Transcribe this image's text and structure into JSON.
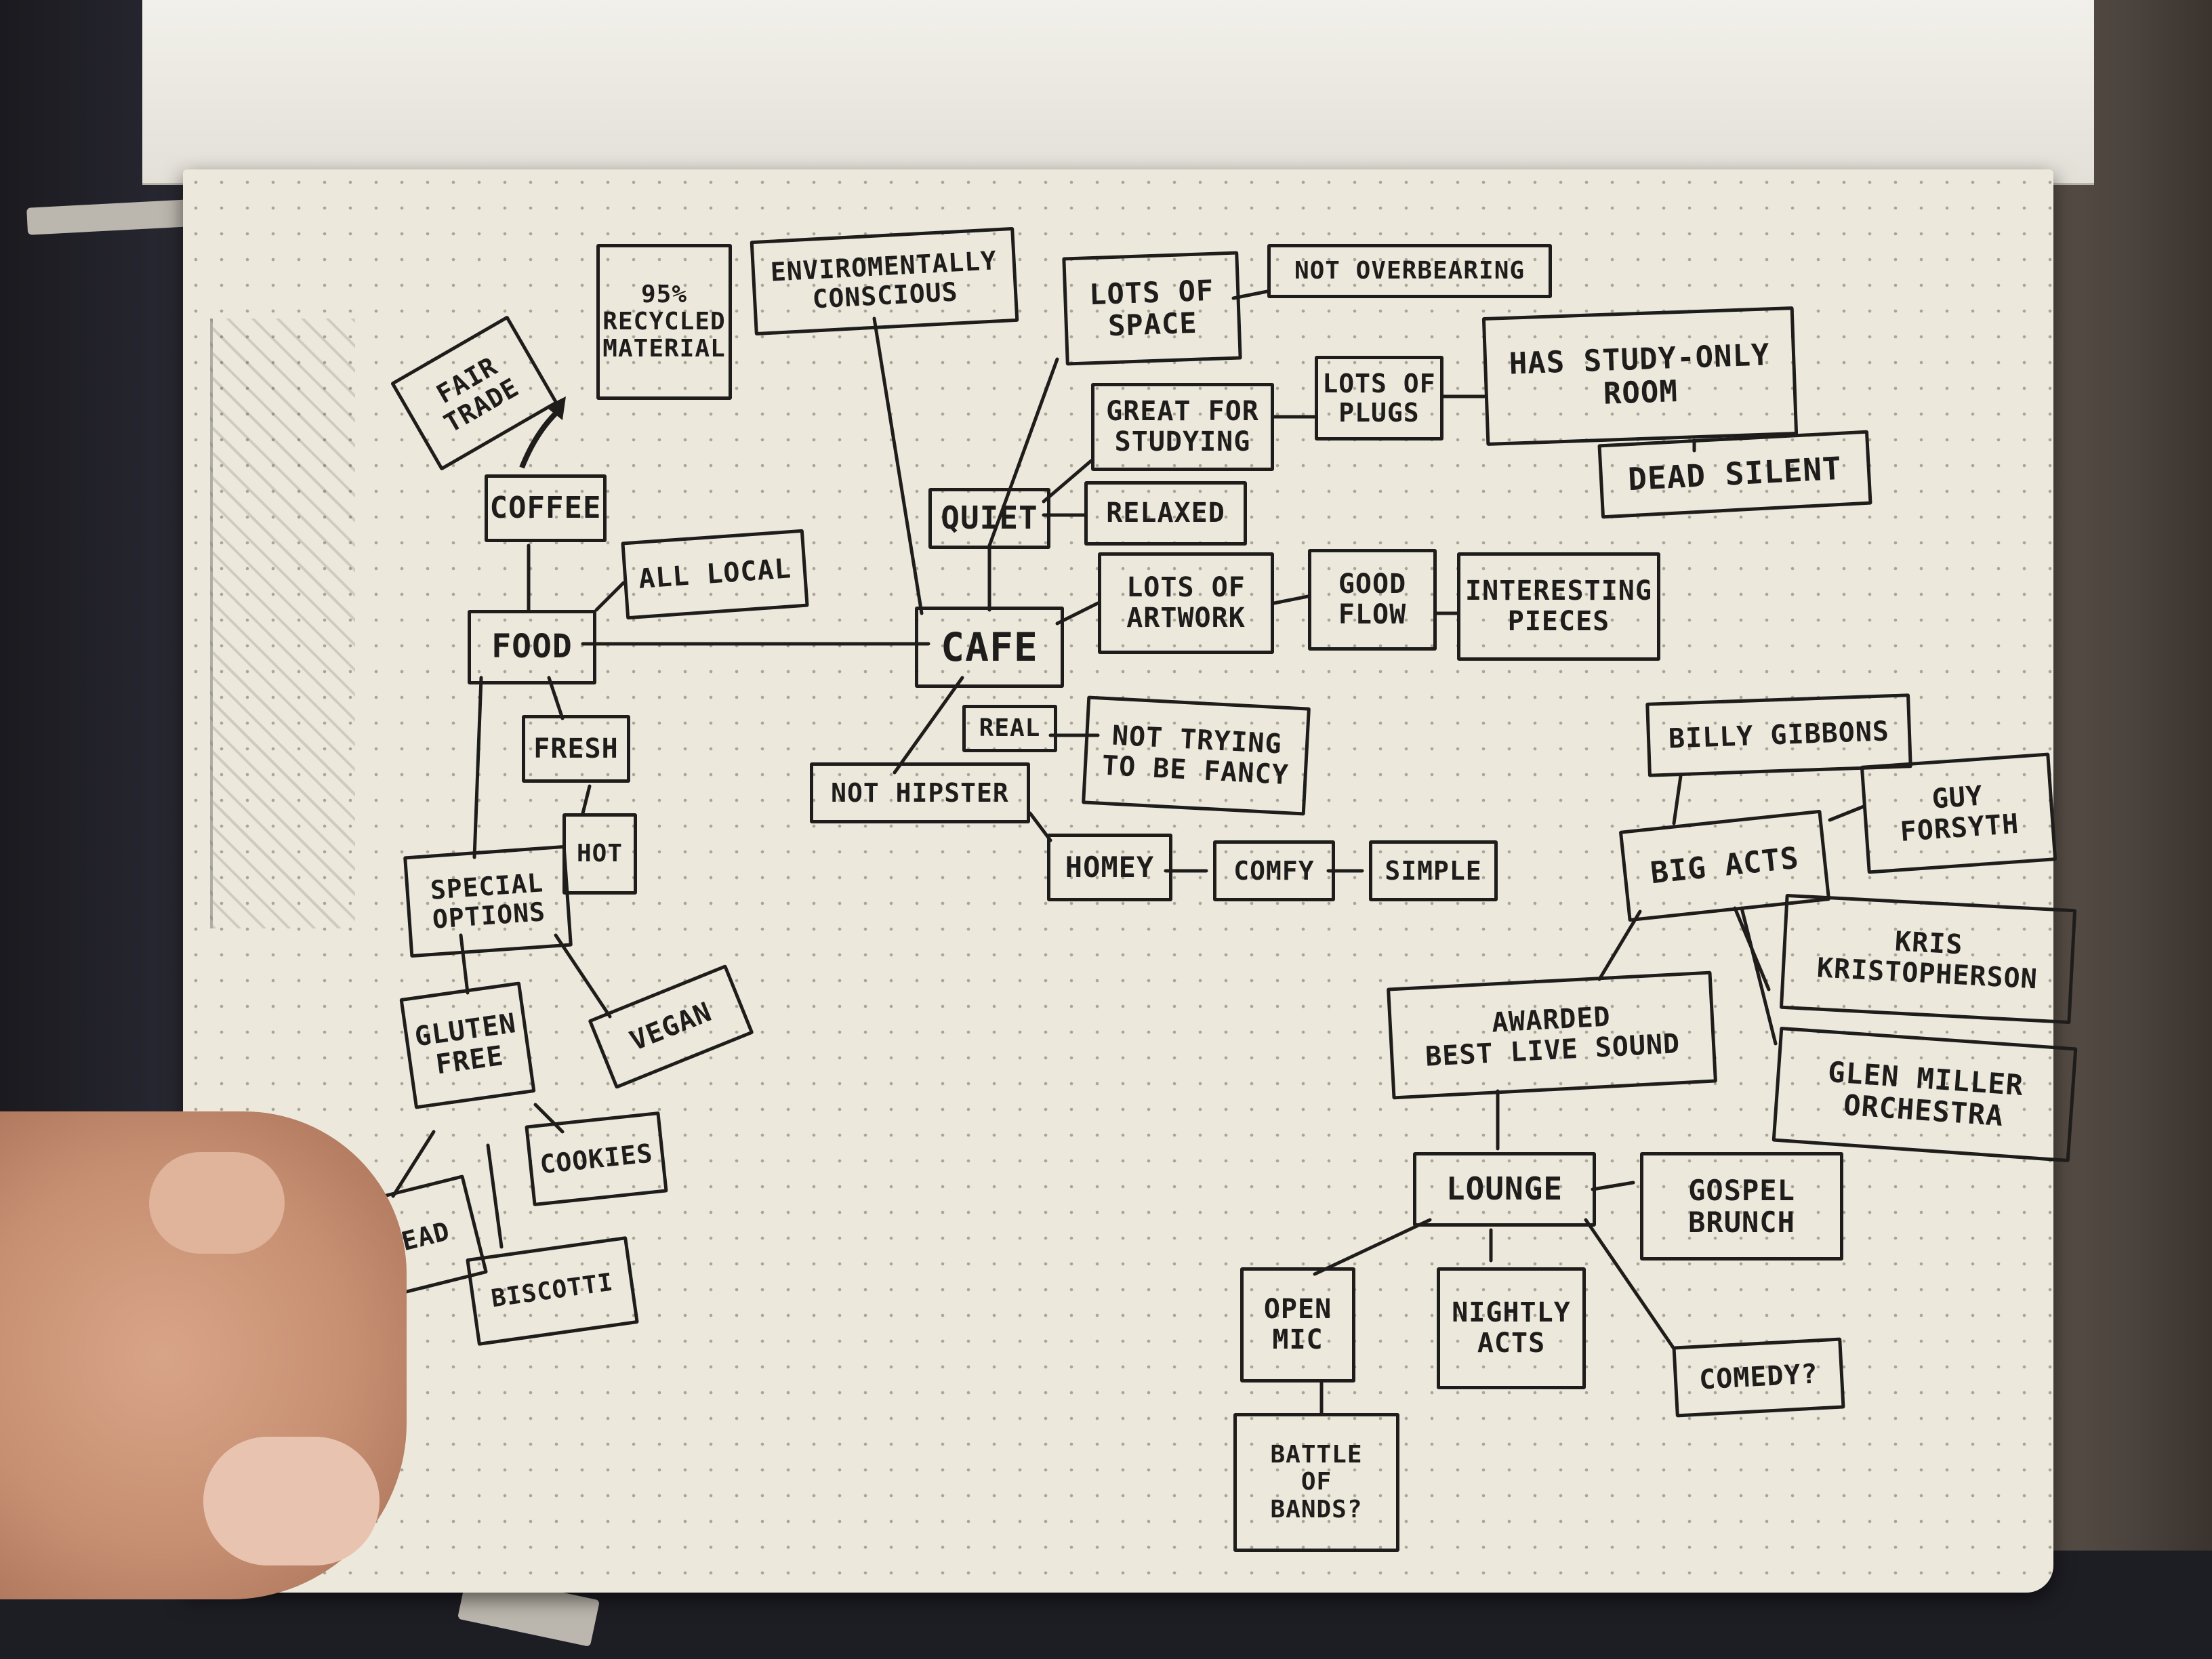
{
  "mindmap": {
    "center": "CAFE",
    "nodes": {
      "n95": "95%\nRECYCLED\nMATERIAL",
      "envir": "ENVIROMENTALLY\nCONSCIOUS",
      "lots_space": "LOTS OF\nSPACE",
      "not_overbearing": "NOT OVERBEARING",
      "fair_trade": "FAIR\nTRADE",
      "great_studying": "GREAT FOR\nSTUDYING",
      "lots_plugs": "LOTS OF\nPLUGS",
      "study_room": "HAS STUDY-ONLY\nROOM",
      "dead_silent": "DEAD SILENT",
      "coffee": "COFFEE",
      "quiet": "QUIET",
      "relaxed": "RELAXED",
      "all_local": "ALL LOCAL",
      "food": "FOOD",
      "cafe": "CAFE",
      "lots_artwork": "LOTS OF\nARTWORK",
      "good_flow": "GOOD\nFLOW",
      "interesting": "INTERESTING\nPIECES",
      "real": "REAL",
      "not_trying": "NOT TRYING\nTO BE FANCY",
      "fresh": "FRESH",
      "not_hipster": "NOT HIPSTER",
      "billy": "BILLY GIBBONS",
      "guy": "GUY\nFORSYTH",
      "hot": "HOT",
      "special": "SPECIAL\nOPTIONS",
      "homey": "HOMEY",
      "comfy": "COMFY",
      "simple": "SIMPLE",
      "big_acts": "BIG ACTS",
      "kris": "KRIS\nKRISTOPHERSON",
      "awarded": "AWARDED\nBEST LIVE SOUND",
      "gluten": "GLUTEN\nFREE",
      "vegan": "VEGAN",
      "glen": "GLEN MILLER\nORCHESTRA",
      "cookies": "COOKIES",
      "lounge": "LOUNGE",
      "gospel": "GOSPEL\nBRUNCH",
      "bread": "BREAD",
      "open_mic": "OPEN\nMIC",
      "nightly": "NIGHTLY\nACTS",
      "biscotti": "BISCOTTI",
      "comedy": "COMEDY?",
      "battle": "BATTLE\nOF\nBANDS?"
    }
  },
  "colors": {
    "ink": "#1f1d1b",
    "paper": "#ece9dc"
  }
}
